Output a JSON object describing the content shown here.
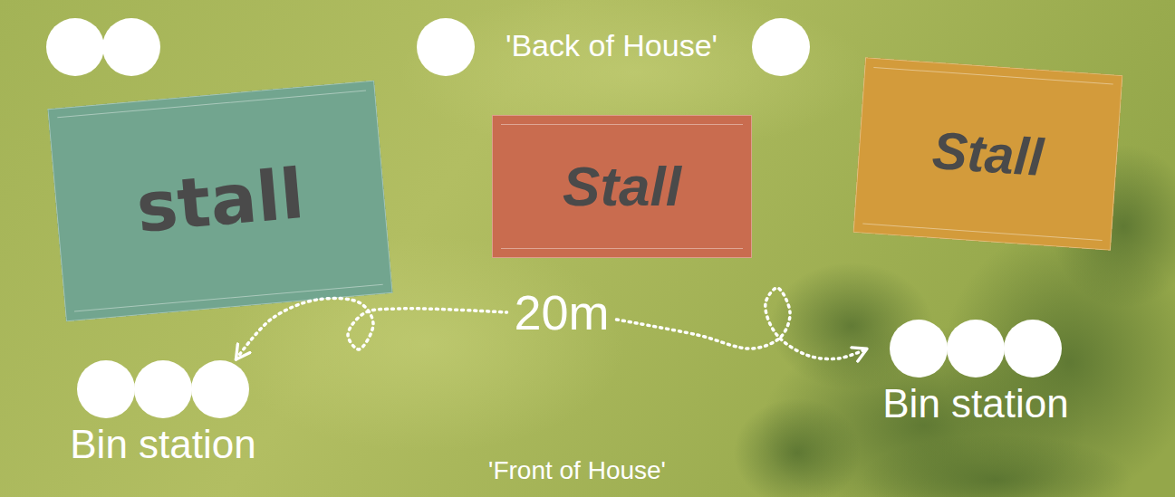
{
  "diagram": {
    "nodes": [
      {
        "text": [
          "stall"
        ]
      },
      {
        "text": [
          "Stall"
        ]
      },
      {
        "text": [
          "Stall"
        ]
      },
      {
        "text": [
          "Bin station"
        ]
      },
      {
        "text": [
          "Bin station"
        ]
      }
    ],
    "edges": [
      {
        "from": 3,
        "to": 4,
        "arrow": "both",
        "label": "20m"
      }
    ],
    "labels": [
      "'Back of House'",
      "'Front of House'"
    ]
  }
}
